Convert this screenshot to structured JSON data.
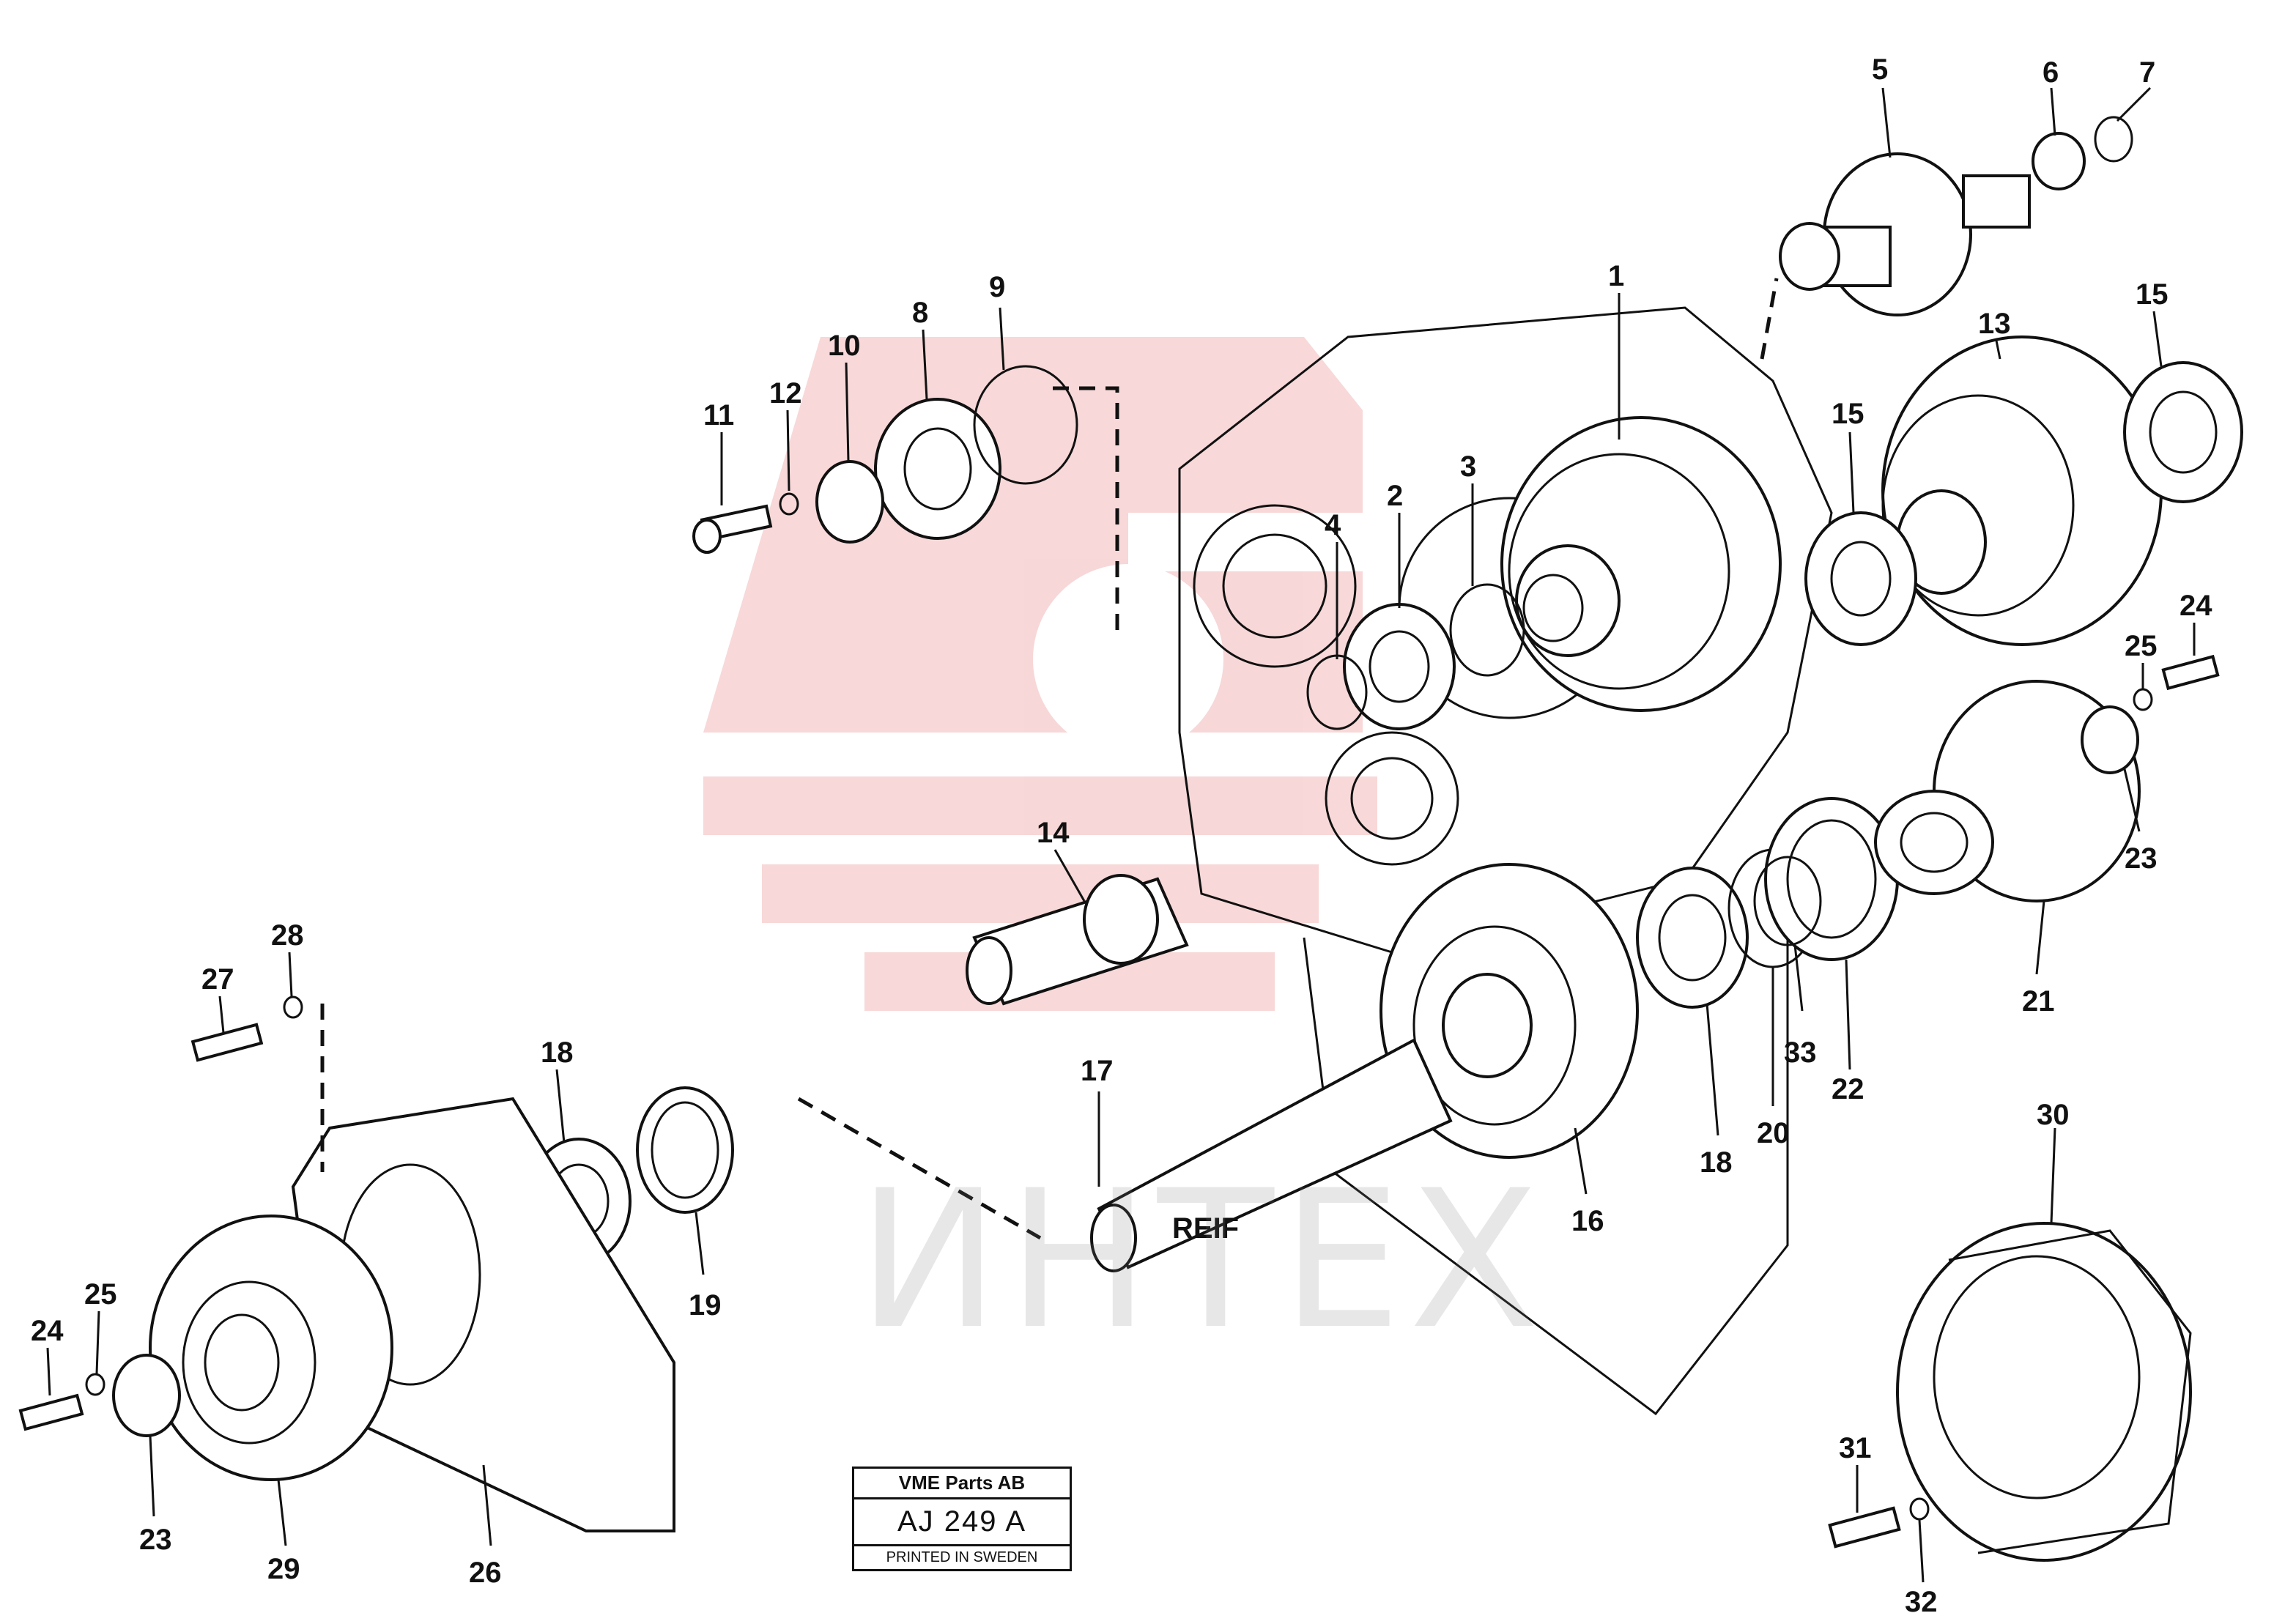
{
  "diagram": {
    "callouts": [
      {
        "id": "c1",
        "text": "1"
      },
      {
        "id": "c2",
        "text": "2"
      },
      {
        "id": "c3",
        "text": "3"
      },
      {
        "id": "c4",
        "text": "4"
      },
      {
        "id": "c5",
        "text": "5"
      },
      {
        "id": "c6",
        "text": "6"
      },
      {
        "id": "c7",
        "text": "7"
      },
      {
        "id": "c8",
        "text": "8"
      },
      {
        "id": "c9",
        "text": "9"
      },
      {
        "id": "c10",
        "text": "10"
      },
      {
        "id": "c11",
        "text": "11"
      },
      {
        "id": "c12",
        "text": "12"
      },
      {
        "id": "c13",
        "text": "13"
      },
      {
        "id": "c14",
        "text": "14"
      },
      {
        "id": "c15a",
        "text": "15"
      },
      {
        "id": "c15b",
        "text": "15"
      },
      {
        "id": "c16",
        "text": "16"
      },
      {
        "id": "c17",
        "text": "17"
      },
      {
        "id": "c18a",
        "text": "18"
      },
      {
        "id": "c18b",
        "text": "18"
      },
      {
        "id": "c19",
        "text": "19"
      },
      {
        "id": "c20",
        "text": "20"
      },
      {
        "id": "c21",
        "text": "21"
      },
      {
        "id": "c22",
        "text": "22"
      },
      {
        "id": "c23a",
        "text": "23"
      },
      {
        "id": "c23b",
        "text": "23"
      },
      {
        "id": "c24a",
        "text": "24"
      },
      {
        "id": "c24b",
        "text": "24"
      },
      {
        "id": "c25a",
        "text": "25"
      },
      {
        "id": "c25b",
        "text": "25"
      },
      {
        "id": "c26",
        "text": "26"
      },
      {
        "id": "c27",
        "text": "27"
      },
      {
        "id": "c28",
        "text": "28"
      },
      {
        "id": "c29",
        "text": "29"
      },
      {
        "id": "c30",
        "text": "30"
      },
      {
        "id": "c31",
        "text": "31"
      },
      {
        "id": "c32",
        "text": "32"
      },
      {
        "id": "c33",
        "text": "33"
      }
    ],
    "shaft_marking": "REIF"
  },
  "stamp": {
    "company": "VME Parts AB",
    "code": "AJ 249 A",
    "printed": "PRINTED IN SWEDEN"
  },
  "watermark": {
    "text": "ИНТЕХ",
    "logo_color": "#f2b8b8"
  }
}
